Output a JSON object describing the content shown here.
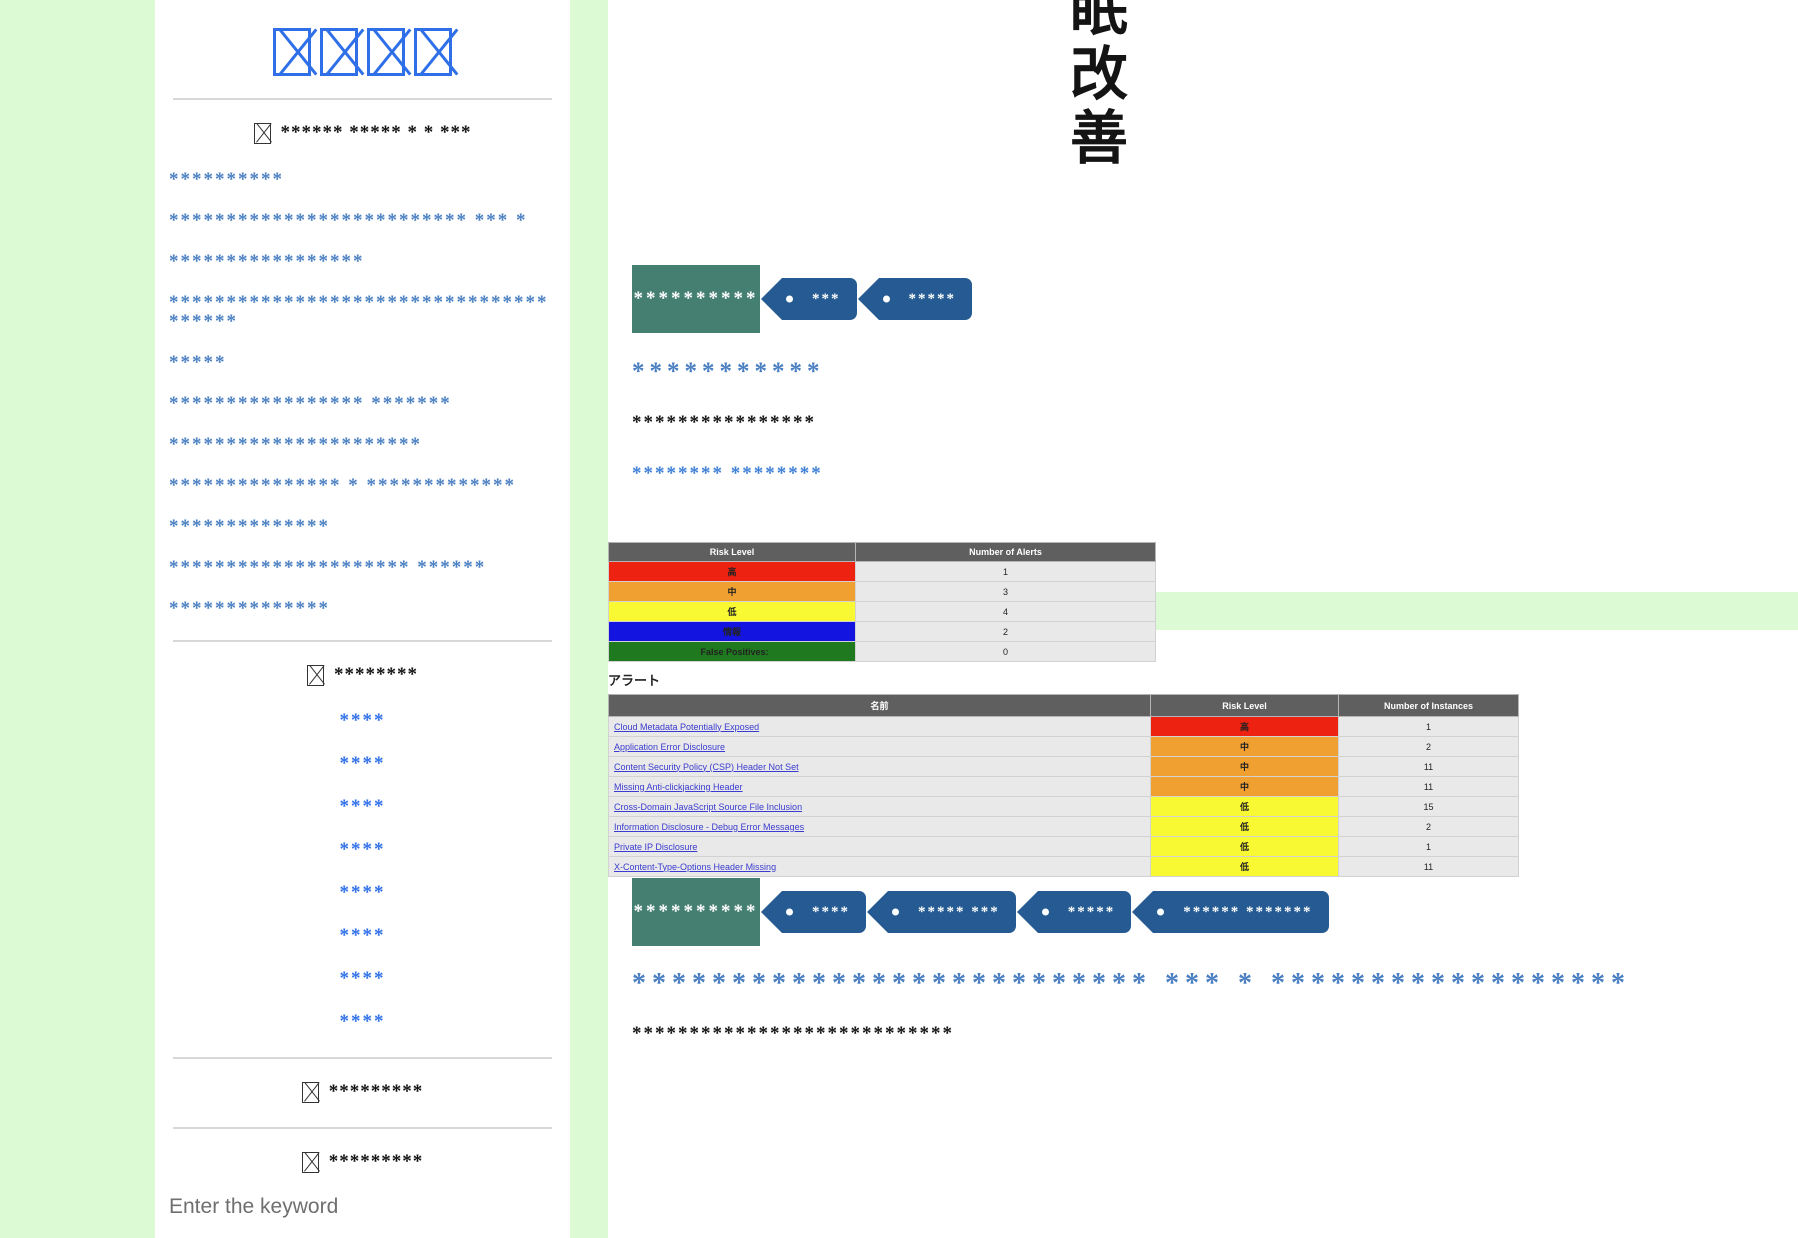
{
  "page": {
    "background_color": "#dcfbd4",
    "panel_color": "#ffffff"
  },
  "sidebar": {
    "logo_tofu_count": 4,
    "logo_icon": "missing-glyph-box",
    "section1": {
      "icon": "missing-glyph-box",
      "heading": "****** *****  * * ***",
      "links": [
        "**********",
        "************************** *** *",
        "*****************",
        "***************************************",
        "*****",
        "***************** *******",
        "**********************",
        "*************** * *************",
        "**************",
        "********************* ******",
        "**************"
      ]
    },
    "section2": {
      "icon": "missing-glyph-box",
      "heading": "********",
      "items": [
        "****",
        "****",
        "****",
        "****",
        "****",
        "****",
        "****",
        "****"
      ]
    },
    "section3": {
      "icon": "missing-glyph-box",
      "heading": "*********"
    },
    "section4": {
      "icon": "missing-glyph-box",
      "heading": "*********",
      "search_placeholder": "Enter the keyword"
    }
  },
  "main": {
    "calligraphy": {
      "characters": [
        "眠",
        "改",
        "善"
      ],
      "reading": "sleep-improvement-calligraphy"
    },
    "tagrow_top": {
      "main_label": "**********",
      "main_color": "#447f72",
      "chip_color": "#255b92",
      "chips": [
        "***",
        "*****"
      ]
    },
    "section_top": {
      "blue_heading": "***********",
      "black_line": "****************",
      "blue_line": "******** ********"
    },
    "summary_table": {
      "columns": [
        "Risk Level",
        "Number of Alerts"
      ],
      "rows": [
        {
          "risk": "高",
          "level": "high",
          "color": "#ee2211",
          "count": "1"
        },
        {
          "risk": "中",
          "level": "medium",
          "color": "#f0a030",
          "count": "3"
        },
        {
          "risk": "低",
          "level": "low",
          "color": "#f9f933",
          "count": "4"
        },
        {
          "risk": "情報",
          "level": "info",
          "color": "#1414e0",
          "count": "2"
        },
        {
          "risk": "False Positives:",
          "level": "fp",
          "color": "#1f7a1f",
          "count": "0"
        }
      ]
    },
    "alerts_table": {
      "caption": "アラート",
      "columns": [
        "名前",
        "Risk Level",
        "Number of Instances"
      ],
      "rows": [
        {
          "name": "Cloud Metadata Potentially Exposed",
          "risk": "高",
          "level": "high",
          "color": "#ee2211",
          "count": "1"
        },
        {
          "name": "Application Error Disclosure",
          "risk": "中",
          "level": "medium",
          "color": "#f0a030",
          "count": "2"
        },
        {
          "name": "Content Security Policy (CSP) Header Not Set",
          "risk": "中",
          "level": "medium",
          "color": "#f0a030",
          "count": "11"
        },
        {
          "name": "Missing Anti-clickjacking Header",
          "risk": "中",
          "level": "medium",
          "color": "#f0a030",
          "count": "11"
        },
        {
          "name": "Cross-Domain JavaScript Source File Inclusion",
          "risk": "低",
          "level": "low",
          "color": "#f9f933",
          "count": "15"
        },
        {
          "name": "Information Disclosure - Debug Error Messages",
          "risk": "低",
          "level": "low",
          "color": "#f9f933",
          "count": "2"
        },
        {
          "name": "Private IP Disclosure",
          "risk": "低",
          "level": "low",
          "color": "#f9f933",
          "count": "1"
        },
        {
          "name": "X-Content-Type-Options Header Missing",
          "risk": "低",
          "level": "low",
          "color": "#f9f933",
          "count": "11"
        }
      ]
    },
    "tagrow_bottom": {
      "main_label": "**********",
      "main_color": "#447f72",
      "chip_color": "#255b92",
      "chips": [
        "****",
        "***** ***",
        "*****",
        "****** *******"
      ]
    },
    "section_bottom": {
      "blue_heading": "************************** *** * ******************",
      "black_line": "****************************"
    }
  }
}
